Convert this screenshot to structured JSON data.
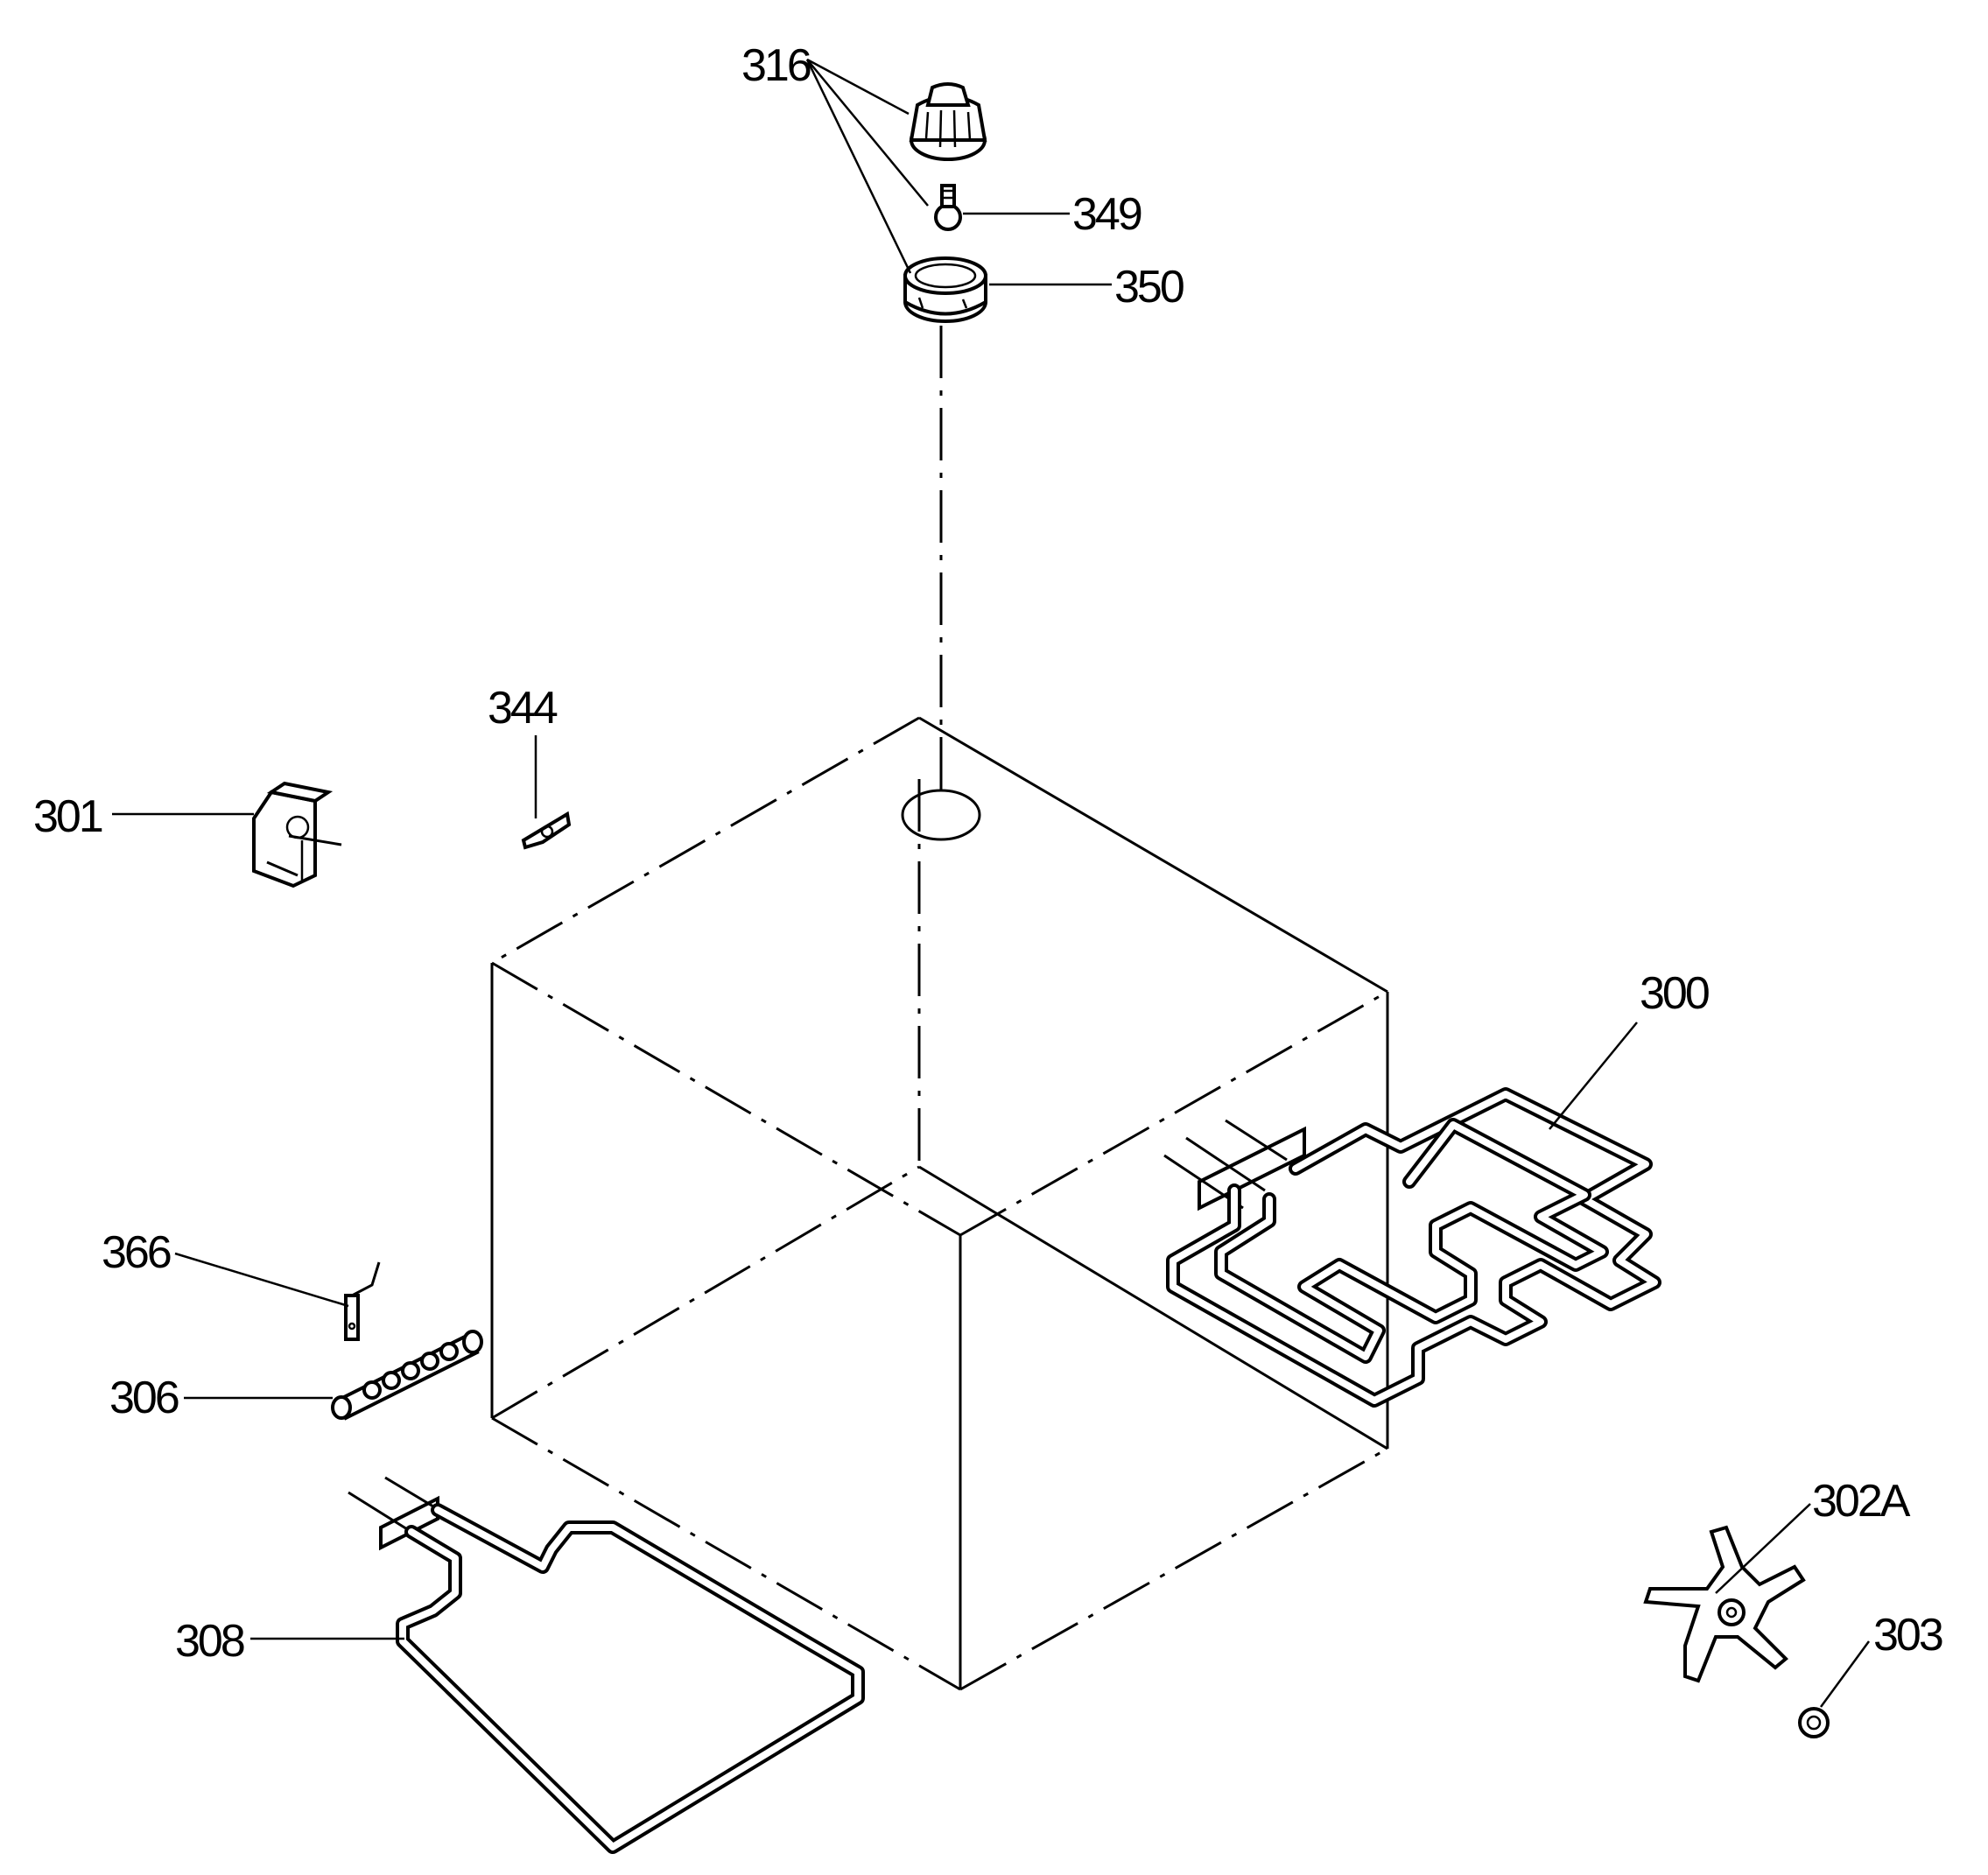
{
  "diagram": {
    "ink_color": "#000000",
    "background_color": "#ffffff",
    "parts": [
      {
        "id": "316",
        "label": "316"
      },
      {
        "id": "349",
        "label": "349"
      },
      {
        "id": "350",
        "label": "350"
      },
      {
        "id": "344",
        "label": "344"
      },
      {
        "id": "301",
        "label": "301"
      },
      {
        "id": "300",
        "label": "300"
      },
      {
        "id": "366",
        "label": "366"
      },
      {
        "id": "306",
        "label": "306"
      },
      {
        "id": "302A",
        "label": "302A"
      },
      {
        "id": "303",
        "label": "303"
      },
      {
        "id": "308",
        "label": "308"
      }
    ]
  }
}
